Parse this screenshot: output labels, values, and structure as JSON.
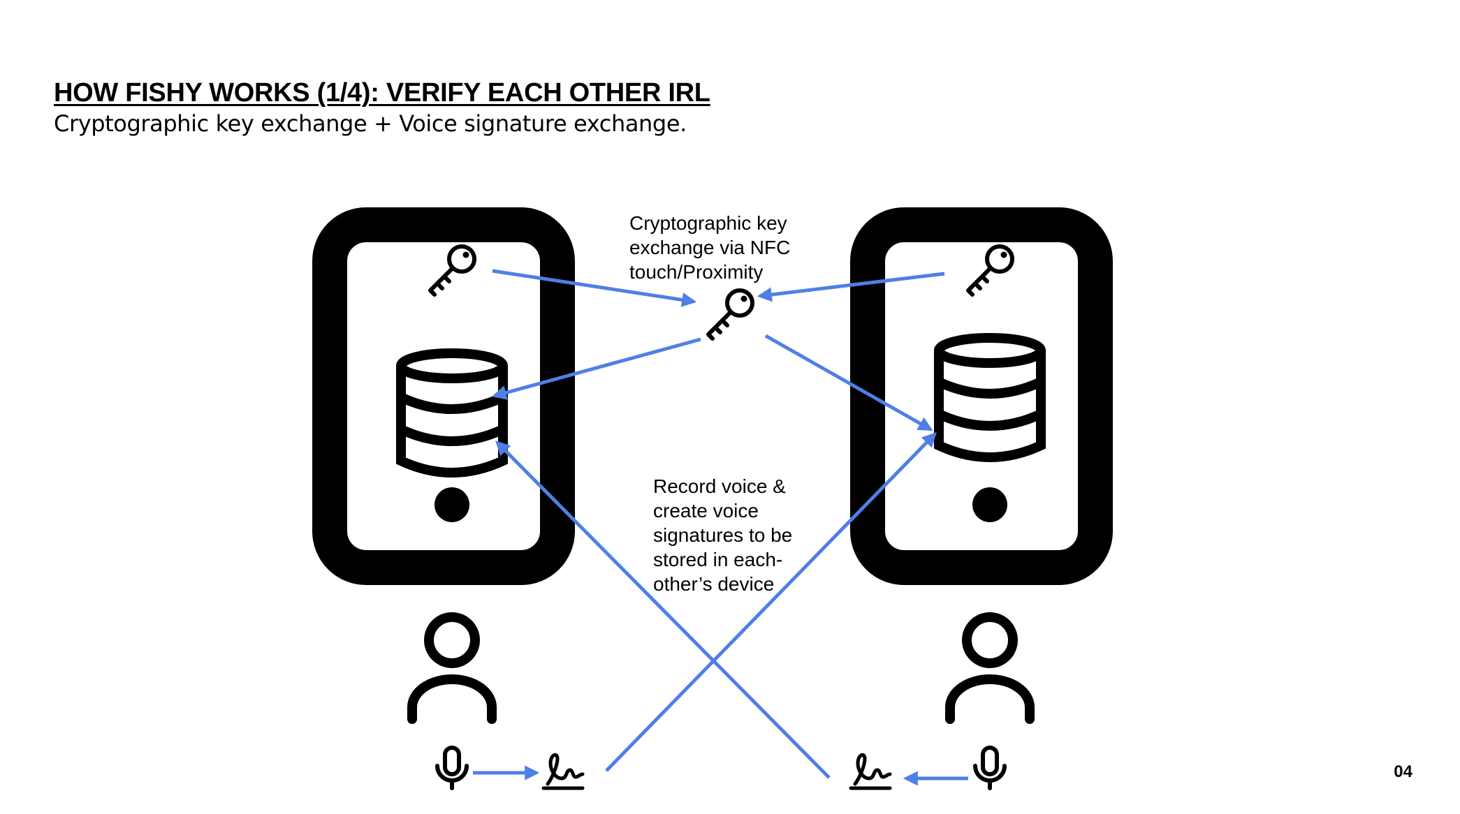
{
  "slide": {
    "title": "HOW FISHY WORKS (1/4): VERIFY EACH OTHER IRL",
    "subtitle": "Cryptographic key exchange + Voice signature exchange.",
    "page_number": "04"
  },
  "diagram": {
    "key_exchange_label": [
      "Cryptographic key",
      "exchange via NFC",
      "touch/Proximity"
    ],
    "voice_label": [
      "Record voice &",
      "create voice",
      "signatures to be",
      "stored in each-",
      "other’s device"
    ],
    "arrow_color": "#4f7fe6",
    "icon_color": "#000000"
  }
}
